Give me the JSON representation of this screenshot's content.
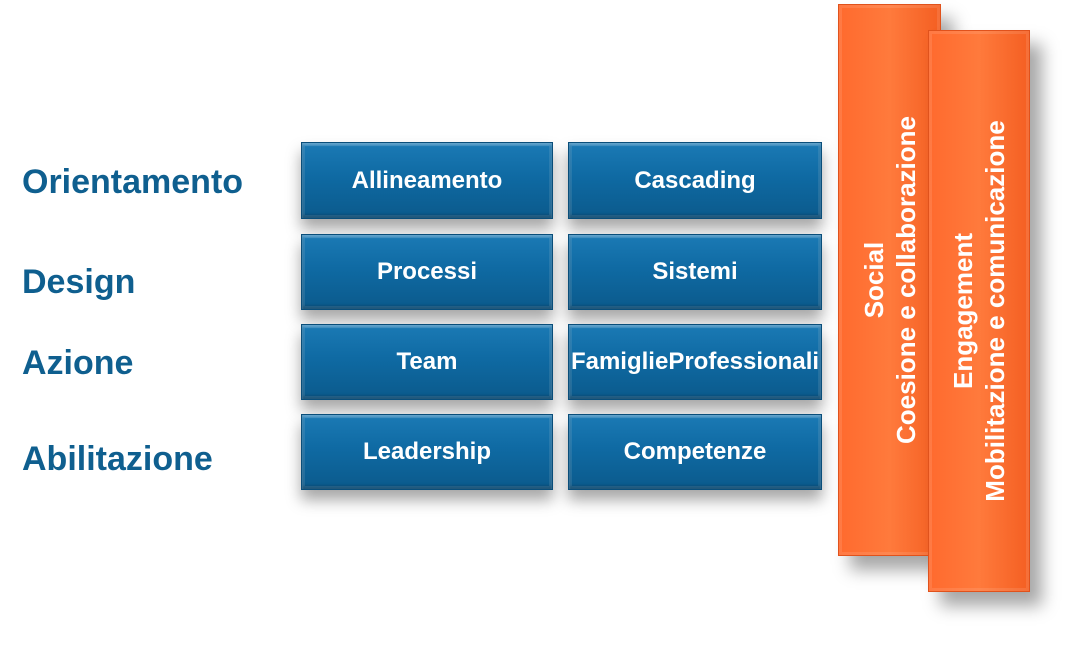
{
  "rows": [
    {
      "label": "Orientamento",
      "cells": [
        [
          "Allineamento"
        ],
        [
          "Cascading"
        ]
      ]
    },
    {
      "label": "Design",
      "cells": [
        [
          "Processi"
        ],
        [
          "Sistemi"
        ]
      ]
    },
    {
      "label": "Azione",
      "cells": [
        [
          "Team"
        ],
        [
          "Famiglie",
          "Professionali"
        ]
      ]
    },
    {
      "label": "Abilitazione",
      "cells": [
        [
          "Leadership"
        ],
        [
          "Competenze"
        ]
      ]
    }
  ],
  "pillars": [
    {
      "title": "Social",
      "subtitle": "Coesione e collaborazione"
    },
    {
      "title": "Engagement",
      "subtitle": "Mobilitazione e comunicazione"
    }
  ],
  "colors": {
    "label_text": "#0f5f8f",
    "cell_fill": "#0f6aa3",
    "pillar_fill": "#ff7a3c"
  }
}
